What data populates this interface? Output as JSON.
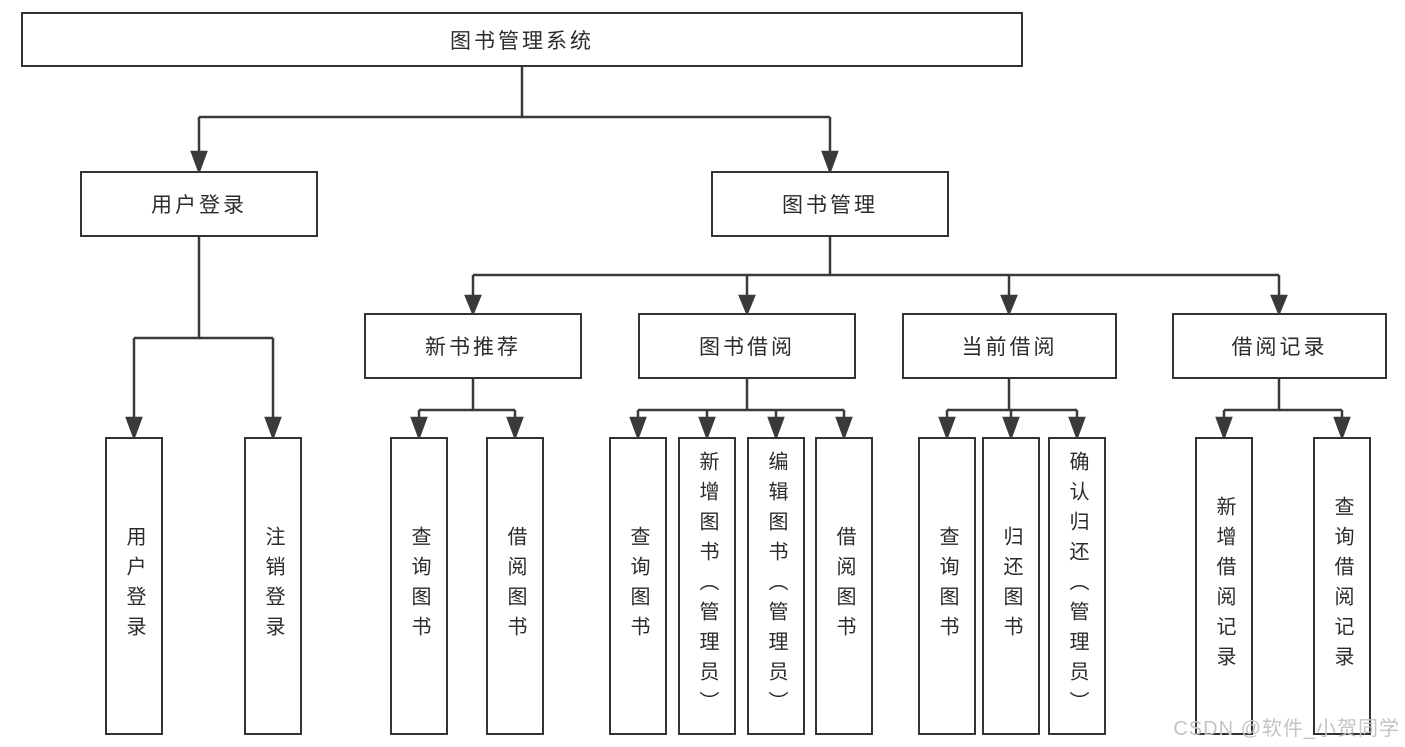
{
  "diagram": {
    "root": {
      "label": "图书管理系统"
    },
    "level2": {
      "user_login": {
        "label": "用户登录",
        "parent": "图书管理系统"
      },
      "book_mgmt": {
        "label": "图书管理",
        "parent": "图书管理系统"
      }
    },
    "level3": {
      "new_book_rec": {
        "label": "新书推荐",
        "parent": "图书管理"
      },
      "book_borrow": {
        "label": "图书借阅",
        "parent": "图书管理"
      },
      "current_borrow": {
        "label": "当前借阅",
        "parent": "图书管理"
      },
      "borrow_record": {
        "label": "借阅记录",
        "parent": "图书管理"
      }
    },
    "leaves": {
      "user_login": {
        "label": "用户登录",
        "parent": "用户登录"
      },
      "logout": {
        "label": "注销登录",
        "parent": "用户登录"
      },
      "query_book_rec": {
        "label": "查询图书",
        "parent": "新书推荐"
      },
      "borrow_book_rec": {
        "label": "借阅图书",
        "parent": "新书推荐"
      },
      "query_book_borrow": {
        "label": "查询图书",
        "parent": "图书借阅"
      },
      "add_book": {
        "label": "新增图书（管理员）",
        "parent": "图书借阅"
      },
      "edit_book": {
        "label": "编辑图书（管理员）",
        "parent": "图书借阅"
      },
      "borrow_book_borrow": {
        "label": "借阅图书",
        "parent": "图书借阅"
      },
      "query_book_current": {
        "label": "查询图书",
        "parent": "当前借阅"
      },
      "return_book": {
        "label": "归还图书",
        "parent": "当前借阅"
      },
      "confirm_return": {
        "label": "确认归还（管理员）",
        "parent": "当前借阅"
      },
      "add_borrow_record": {
        "label": "新增借阅记录",
        "parent": "借阅记录"
      },
      "query_borrow_record": {
        "label": "查询借阅记录",
        "parent": "借阅记录"
      }
    }
  },
  "watermark": {
    "text": "CSDN @软件_小贺同学"
  },
  "colors": {
    "line": "#3a3a3a",
    "box_border": "#333333",
    "text": "#2b2b2b",
    "watermark": "#c4c4c4",
    "background": "#ffffff"
  }
}
